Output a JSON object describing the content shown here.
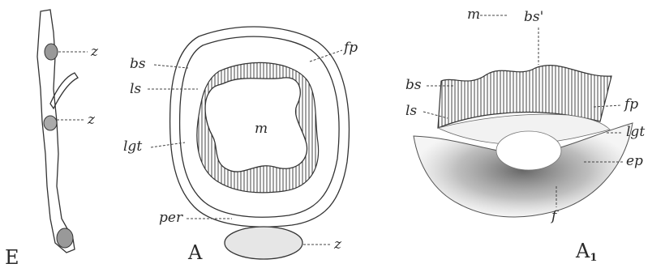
{
  "figures": {
    "E": {
      "caption": "E",
      "labels": {
        "z_upper": "z",
        "z_lower": "z"
      }
    },
    "A": {
      "caption": "A",
      "labels": {
        "bs": "bs",
        "ls": "ls",
        "lgt": "lgt",
        "m": "m",
        "fp": "fp",
        "per": "per",
        "z": "z"
      }
    },
    "A1": {
      "caption": "A",
      "caption_sub": "1",
      "labels": {
        "m": "m",
        "bs_prime": "bs'",
        "bs": "bs",
        "ls": "ls",
        "fp": "fp",
        "lgt": "lgt",
        "ep": "ep",
        "f": "f"
      }
    }
  },
  "colors": {
    "ink": "#333333",
    "shade": "#8a8a8a",
    "paper": "#ffffff"
  }
}
